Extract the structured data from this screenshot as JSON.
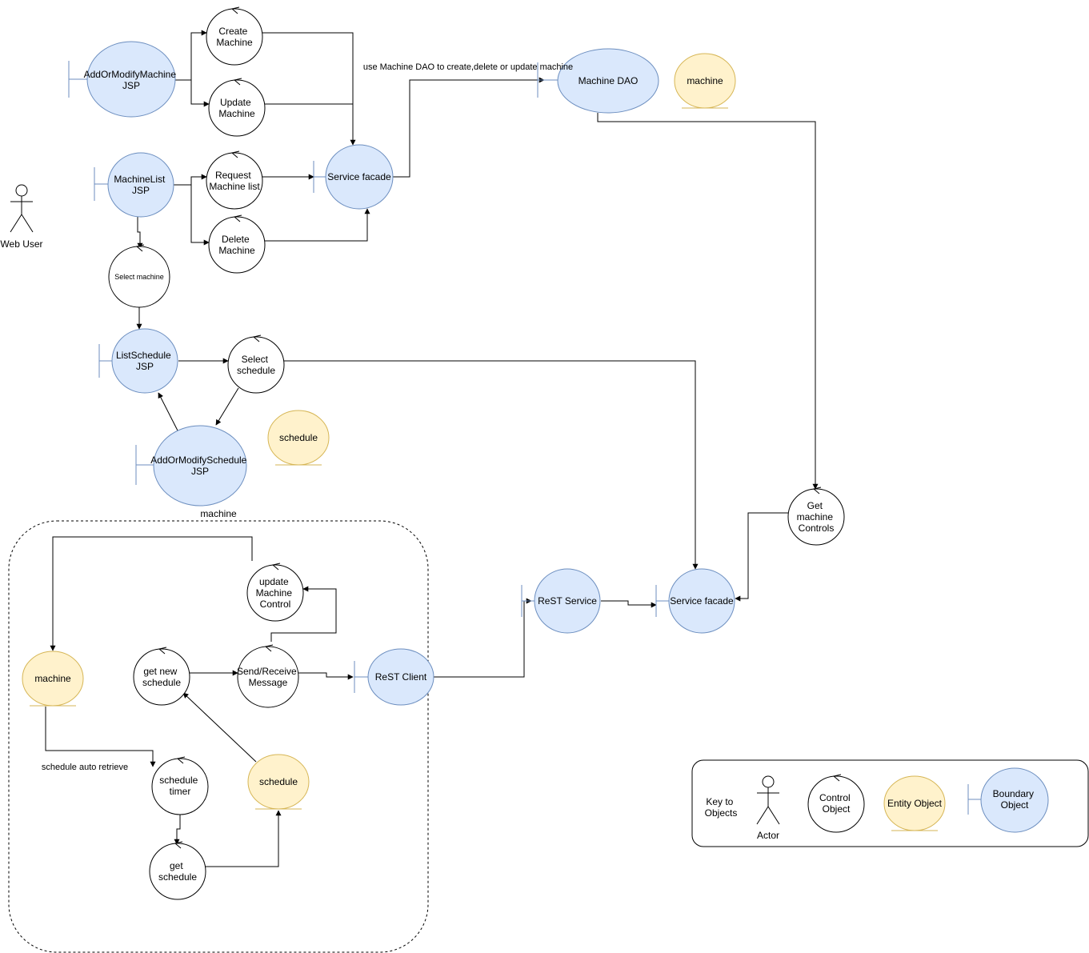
{
  "diagram": {
    "actor": {
      "label": "Web User"
    },
    "boundaries": {
      "add_modify_machine": [
        "AddOrModifyMachine",
        "JSP"
      ],
      "machine_list": [
        "MachineList",
        "JSP"
      ],
      "list_schedule": [
        "ListSchedule",
        "JSP"
      ],
      "add_modify_schedule": [
        "AddOrModifySchedule",
        "JSP"
      ],
      "service_facade_top": [
        "Service facade"
      ],
      "machine_dao": [
        "Machine DAO"
      ],
      "rest_service": [
        "ReST Service"
      ],
      "service_facade_bottom": [
        "Service facade"
      ],
      "rest_client": [
        "ReST Client"
      ]
    },
    "controls": {
      "create_machine": [
        "Create",
        "Machine"
      ],
      "update_machine": [
        "Update",
        "Machine"
      ],
      "request_machine_list": [
        "Request",
        "Machine list"
      ],
      "delete_machine": [
        "Delete",
        "Machine"
      ],
      "select_machine": [
        "Select machine"
      ],
      "select_schedule": [
        "Select",
        "schedule"
      ],
      "get_machine_controls": [
        "Get",
        "machine",
        "Controls"
      ],
      "update_machine_control": [
        "update",
        "Machine",
        "Control"
      ],
      "get_new_schedule": [
        "get new",
        "schedule"
      ],
      "send_receive_message": [
        "Send/Receive",
        "Message"
      ],
      "schedule_timer": [
        "schedule",
        "timer"
      ],
      "get_schedule": [
        "get",
        "schedule"
      ]
    },
    "entities": {
      "machine_top": [
        "machine"
      ],
      "schedule_mid": [
        "schedule"
      ],
      "machine_left": [
        "machine"
      ],
      "schedule_bottom": [
        "schedule"
      ]
    },
    "annotations": {
      "dao_usage": "use Machine DAO to create,delete or update machine",
      "group_label": "machine",
      "auto_retrieve": "schedule auto retrieve"
    },
    "legend": {
      "title": [
        "Key to",
        "Objects"
      ],
      "actor": "Actor",
      "control": [
        "Control",
        "Object"
      ],
      "entity": [
        "Entity Object"
      ],
      "boundary": [
        "Boundary",
        "Object"
      ]
    }
  }
}
